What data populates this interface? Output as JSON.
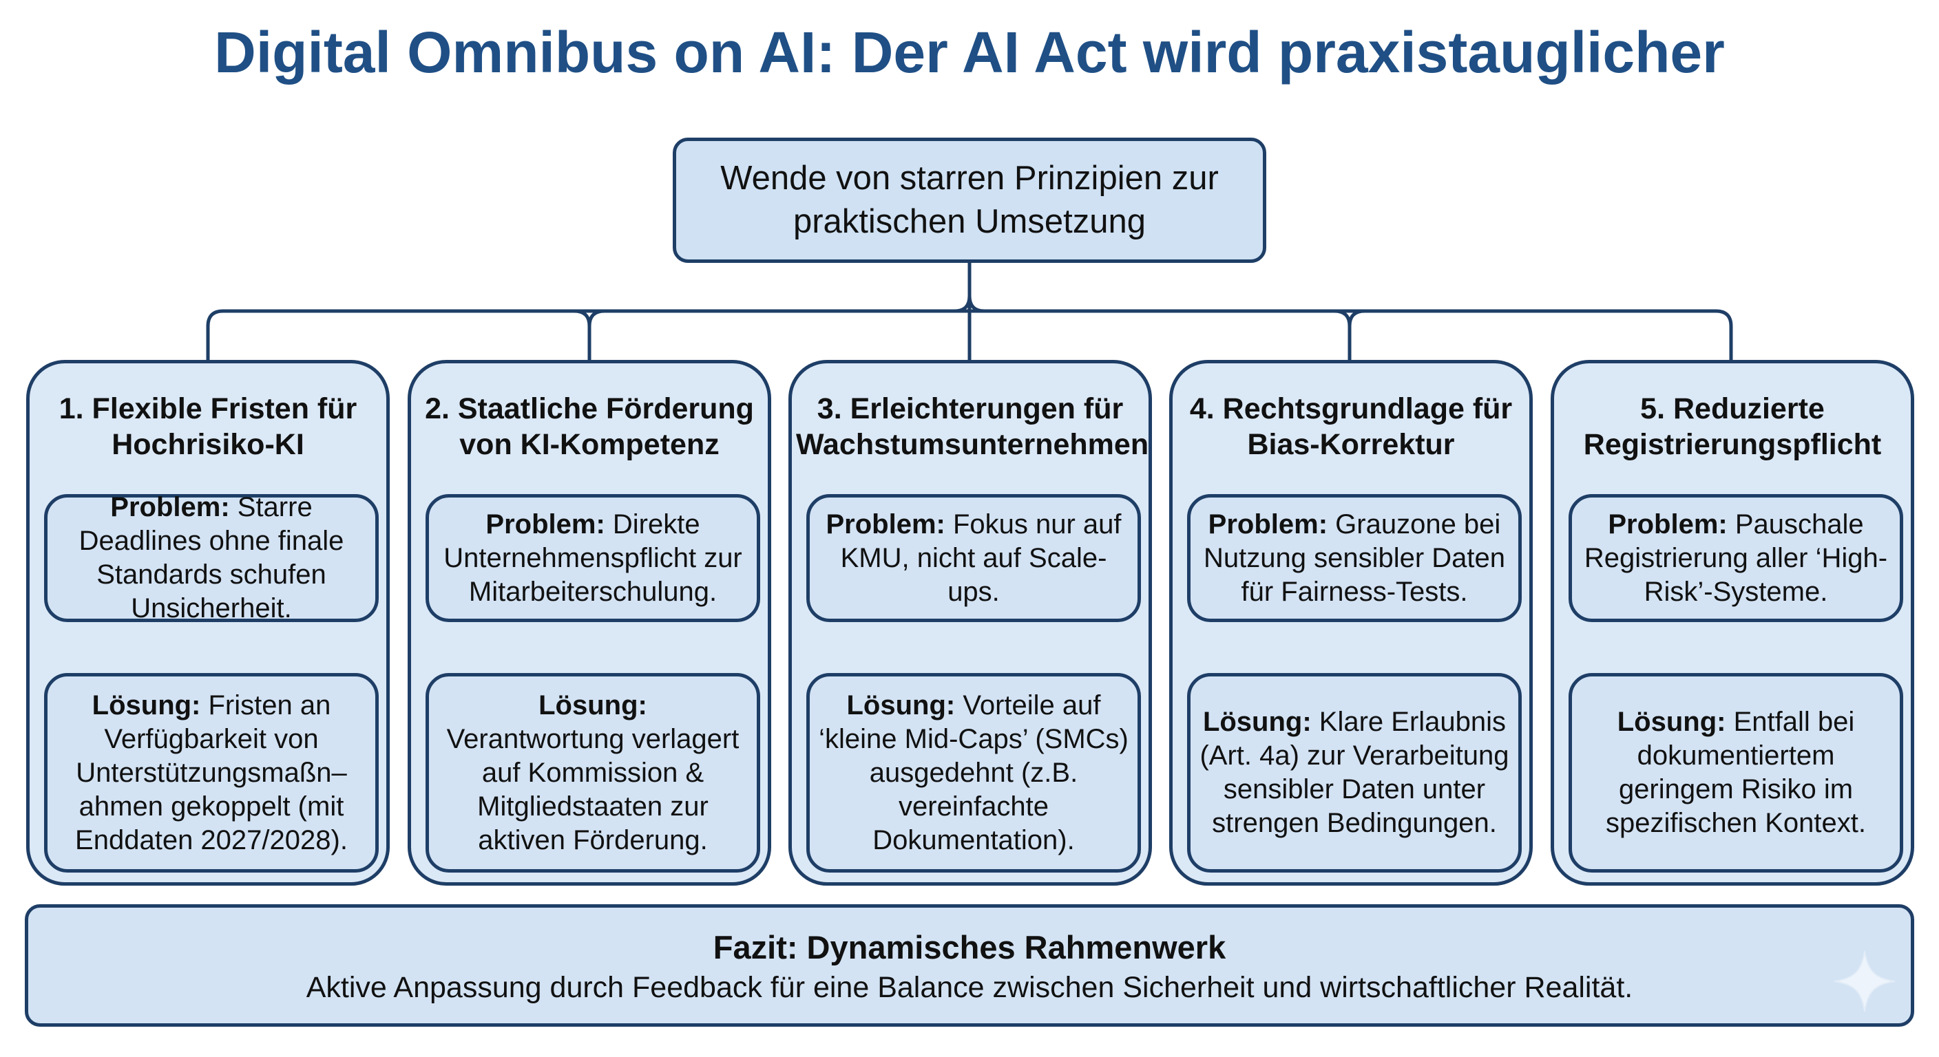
{
  "title": "Digital Omnibus on AI: Der AI Act wird praxistauglicher",
  "root": {
    "line1": "Wende von starren Prinzipien zur",
    "line2": "praktischen Umsetzung"
  },
  "columns": [
    {
      "title": "1. Flexible Fristen für Hochrisiko-KI",
      "problem_label": "Problem:",
      "problem_text": "Starre Deadlines ohne finale Standards schufen Unsicherheit.",
      "loesung_label": "Lösung:",
      "loesung_text": "Fristen an Verfügbarkeit von Unterstützungsmaßn–ahmen gekoppelt (mit Enddaten 2027/2028)."
    },
    {
      "title": "2. Staatliche Förderung von KI-Kompetenz",
      "problem_label": "Problem:",
      "problem_text": "Direkte Unternehmenspflicht zur Mitarbeiterschulung.",
      "loesung_label": "Lösung:",
      "loesung_text": "Verantwortung verlagert auf Kommission & Mitgliedstaaten zur aktiven Förderung."
    },
    {
      "title": "3. Erleichterungen für Wachstumsunternehmen",
      "problem_label": "Problem:",
      "problem_text": "Fokus nur auf KMU, nicht auf Scale-ups.",
      "loesung_label": "Lösung:",
      "loesung_text": "Vorteile auf ‘kleine Mid-Caps’ (SMCs) ausgedehnt (z.B. vereinfachte Dokumentation)."
    },
    {
      "title": "4. Rechtsgrundlage für Bias-Korrektur",
      "problem_label": "Problem:",
      "problem_text": "Grauzone bei Nutzung sensibler Daten für Fairness-Tests.",
      "loesung_label": "Lösung:",
      "loesung_text": "Klare Erlaubnis (Art. 4a) zur Verarbeitung sensibler Daten unter strengen Bedingungen."
    },
    {
      "title": "5. Reduzierte Registrierungspflicht",
      "problem_label": "Problem:",
      "problem_text": "Pauschale Registrierung aller ‘High-Risk’-Systeme.",
      "loesung_label": "Lösung:",
      "loesung_text": "Entfall bei dokumentiertem geringem Risiko im spezifischen Kontext."
    }
  ],
  "fazit": {
    "title": "Fazit: Dynamisches Rahmenwerk",
    "text": "Aktive Anpassung durch Feedback für eine Balance zwischen Sicherheit und wirtschaftlicher Realität."
  },
  "colors": {
    "title": "#1f4f85",
    "border": "#1e3e66",
    "box_fill": "#d3e3f4",
    "column_fill": "#dbe8f6"
  },
  "icons": {
    "watermark": "sparkle-icon"
  }
}
